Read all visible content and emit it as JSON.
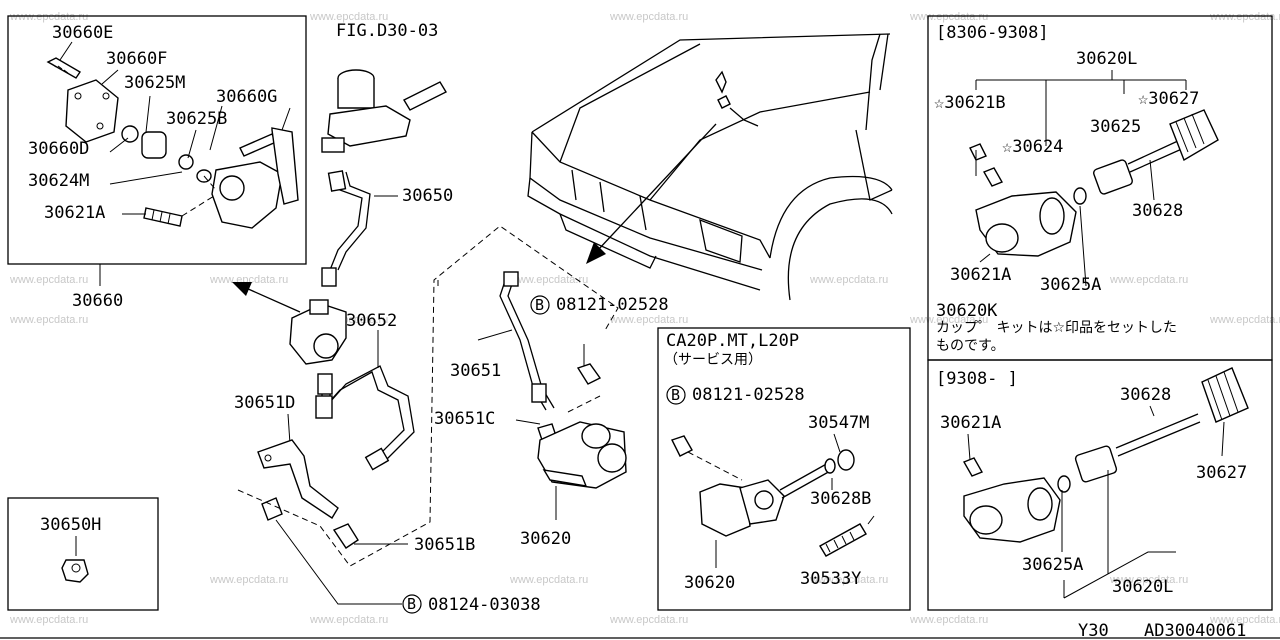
{
  "watermark": "www.epcdata.ru",
  "fig_ref": "FIG.D30-03",
  "footer": {
    "model": "Y30",
    "code": "AD30040061"
  },
  "boxes": {
    "top_left_kit": {
      "kit_number": "30660",
      "parts": [
        "30660E",
        "30660F",
        "30625M",
        "30660G",
        "30625B",
        "30660D",
        "30624M",
        "30621A"
      ]
    },
    "bottom_left_single": {
      "part": "30650H"
    },
    "ca20p": {
      "title": "CA20P.MT,L20P",
      "subtitle": "（サービス用）",
      "bolt": "08121-02528",
      "parts": [
        "30547M",
        "30628B",
        "30620",
        "30533Y"
      ]
    },
    "right_top": {
      "period": "[8306-9308]",
      "kit_number": "30620L",
      "parts": [
        "☆30621B",
        "☆30627",
        "30625",
        "☆30624",
        "30628",
        "30621A",
        "30625A"
      ],
      "kit_label": "30620K",
      "note_line1": "カップ゜ キットは☆印品をセットした",
      "note_line2": "ものです。"
    },
    "right_bottom": {
      "period": "[9308-     ]",
      "parts": [
        "30621A",
        "30628",
        "30627",
        "30625A",
        "30620L"
      ]
    }
  },
  "center_parts": {
    "hose_30650": "30650",
    "hose_30652": "30652",
    "bracket_30651D": "30651D",
    "clip_30651B": "30651B",
    "bolt_bottom": "08124-03038",
    "bolt_center": "08121-02528",
    "hose_30651": "30651",
    "clip_30651C": "30651C",
    "cyl_30620": "30620"
  },
  "bolt_symbol": "B"
}
